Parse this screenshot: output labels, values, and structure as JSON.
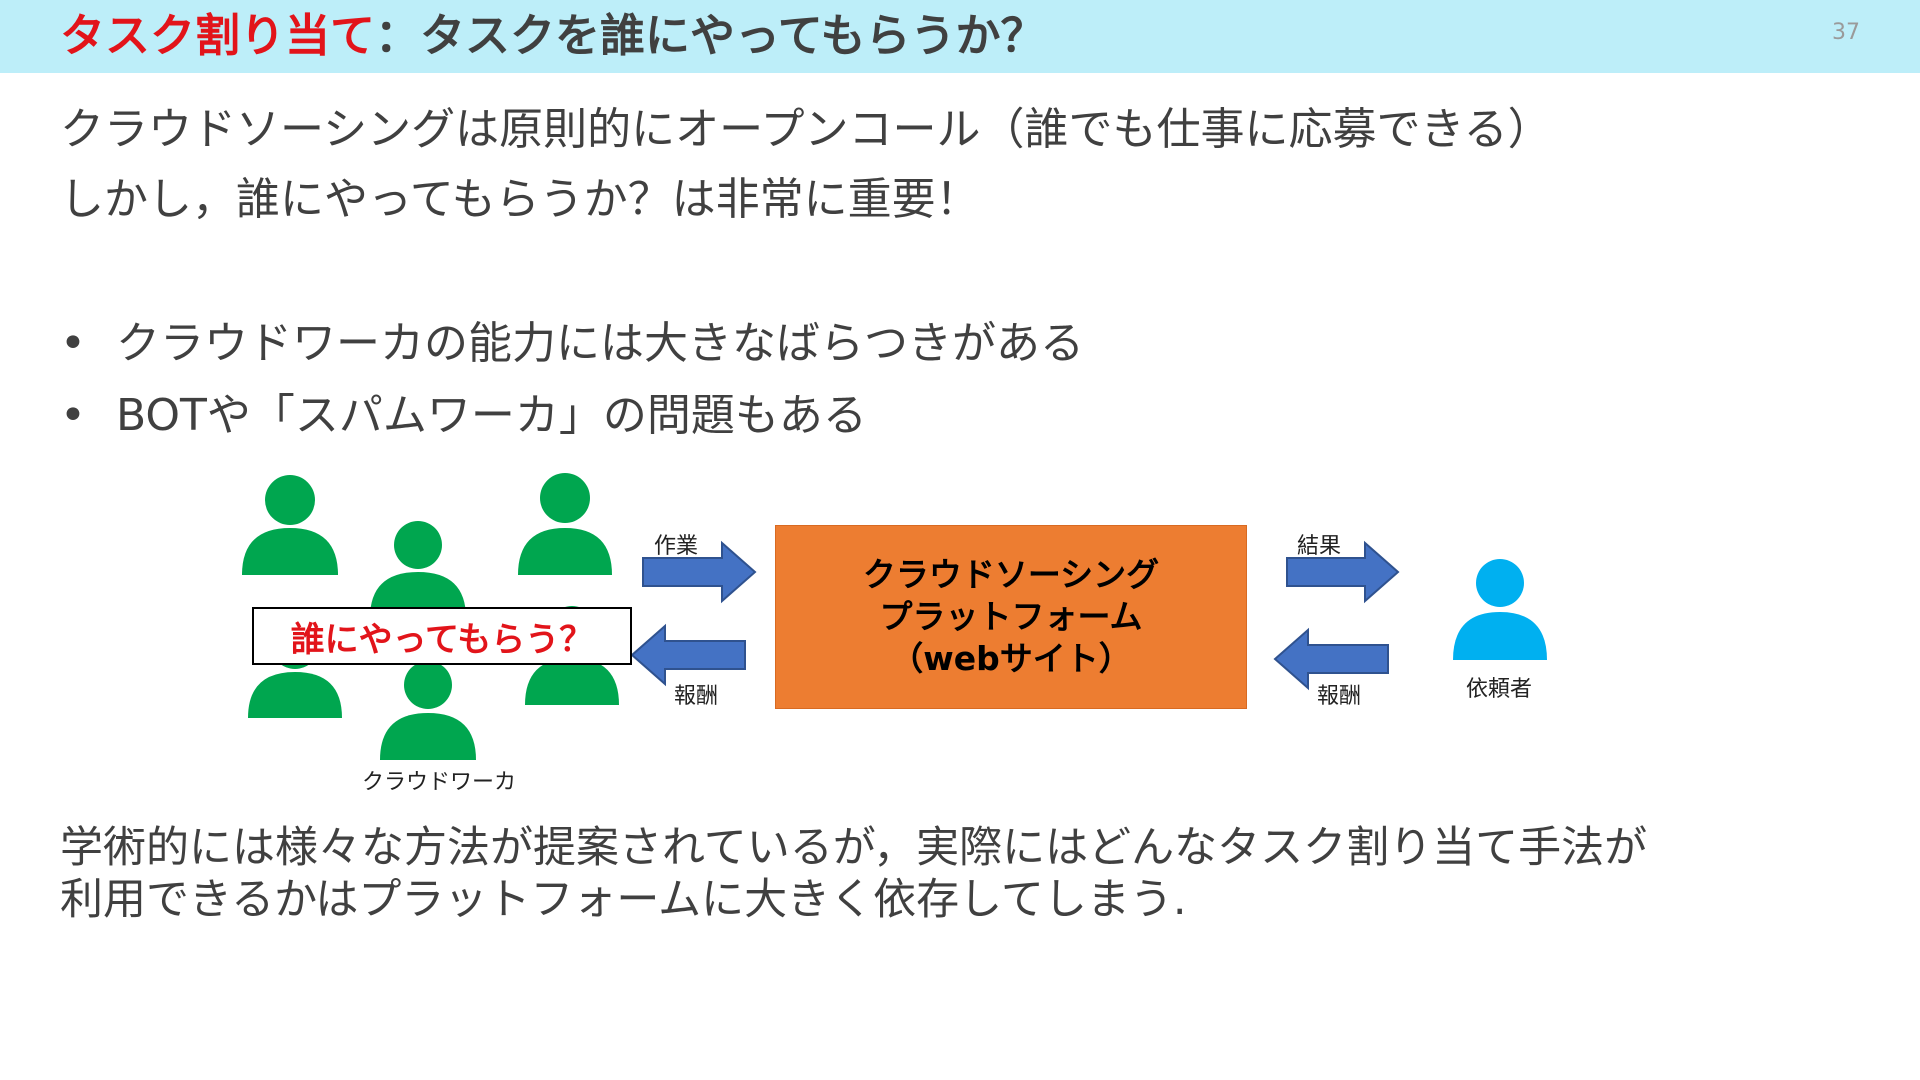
{
  "header": {
    "title_accent": "タスク割り当て",
    "title_rest": "：タスクを誰にやってもらうか？",
    "page_number": "37"
  },
  "intro": {
    "line1": "クラウドソーシングは原則的にオープンコール（誰でも仕事に応募できる）",
    "line2": "しかし，誰にやってもらうか？は非常に重要！"
  },
  "bullets": [
    "クラウドワーカの能力には大きなばらつきがある",
    "BOTや「スパムワーカ」の問題もある"
  ],
  "diagram": {
    "workers_label": "クラウドワーカ",
    "question": "誰にやってもらう？",
    "arrow_work": "作業",
    "arrow_reward_left": "報酬",
    "arrow_result": "結果",
    "arrow_reward_right": "報酬",
    "platform_line1": "クラウドソーシング",
    "platform_line2": "プラットフォーム",
    "platform_line3": "（webサイト）",
    "requester_label": "依頼者",
    "colors": {
      "worker": "#00a64f",
      "requester": "#00b0f0",
      "platform": "#ed7d31",
      "arrow": "#4472c4"
    }
  },
  "conclusion": {
    "line1": "学術的には様々な方法が提案されているが，実際にはどんなタスク割り当て手法が",
    "line2": "利用できるかはプラットフォームに大きく依存してしまう."
  }
}
